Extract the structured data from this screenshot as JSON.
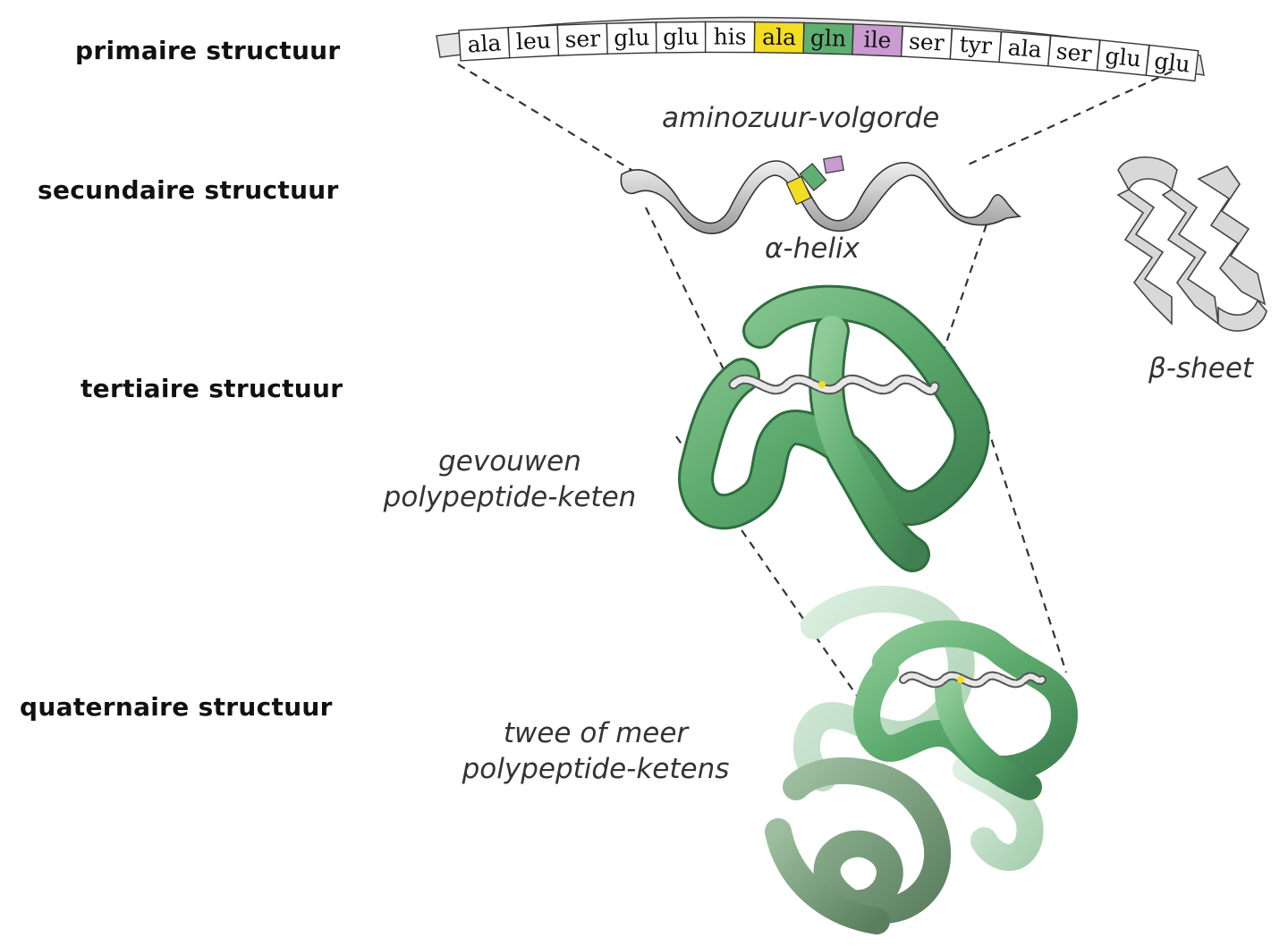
{
  "levels": {
    "primary": "primaire structuur",
    "secondary": "secundaire structuur",
    "tertiary": "tertiaire structuur",
    "quaternary": "quaternaire structuur"
  },
  "captions": {
    "sequence": "aminozuur-volgorde",
    "helix": "α-helix",
    "sheet": "β-sheet",
    "folded_line1": "gevouwen",
    "folded_line2": "polypeptide-keten",
    "multi_line1": "twee of meer",
    "multi_line2": "polypeptide-ketens"
  },
  "amino_acids": [
    {
      "label": "ala",
      "color": "#ffffff"
    },
    {
      "label": "leu",
      "color": "#ffffff"
    },
    {
      "label": "ser",
      "color": "#ffffff"
    },
    {
      "label": "glu",
      "color": "#ffffff"
    },
    {
      "label": "glu",
      "color": "#ffffff"
    },
    {
      "label": "his",
      "color": "#ffffff"
    },
    {
      "label": "ala",
      "color": "#f2dd22"
    },
    {
      "label": "gln",
      "color": "#5fae72"
    },
    {
      "label": "ile",
      "color": "#c99bd0"
    },
    {
      "label": "ser",
      "color": "#ffffff"
    },
    {
      "label": "tyr",
      "color": "#ffffff"
    },
    {
      "label": "ala",
      "color": "#ffffff"
    },
    {
      "label": "ser",
      "color": "#ffffff"
    },
    {
      "label": "glu",
      "color": "#ffffff"
    },
    {
      "label": "glu",
      "color": "#ffffff"
    }
  ],
  "colors": {
    "protein_green": "#5aa96c",
    "protein_dark": "#3f7f50",
    "light_chain": "#b9d9bf",
    "dark_chain": "#6f9472"
  }
}
